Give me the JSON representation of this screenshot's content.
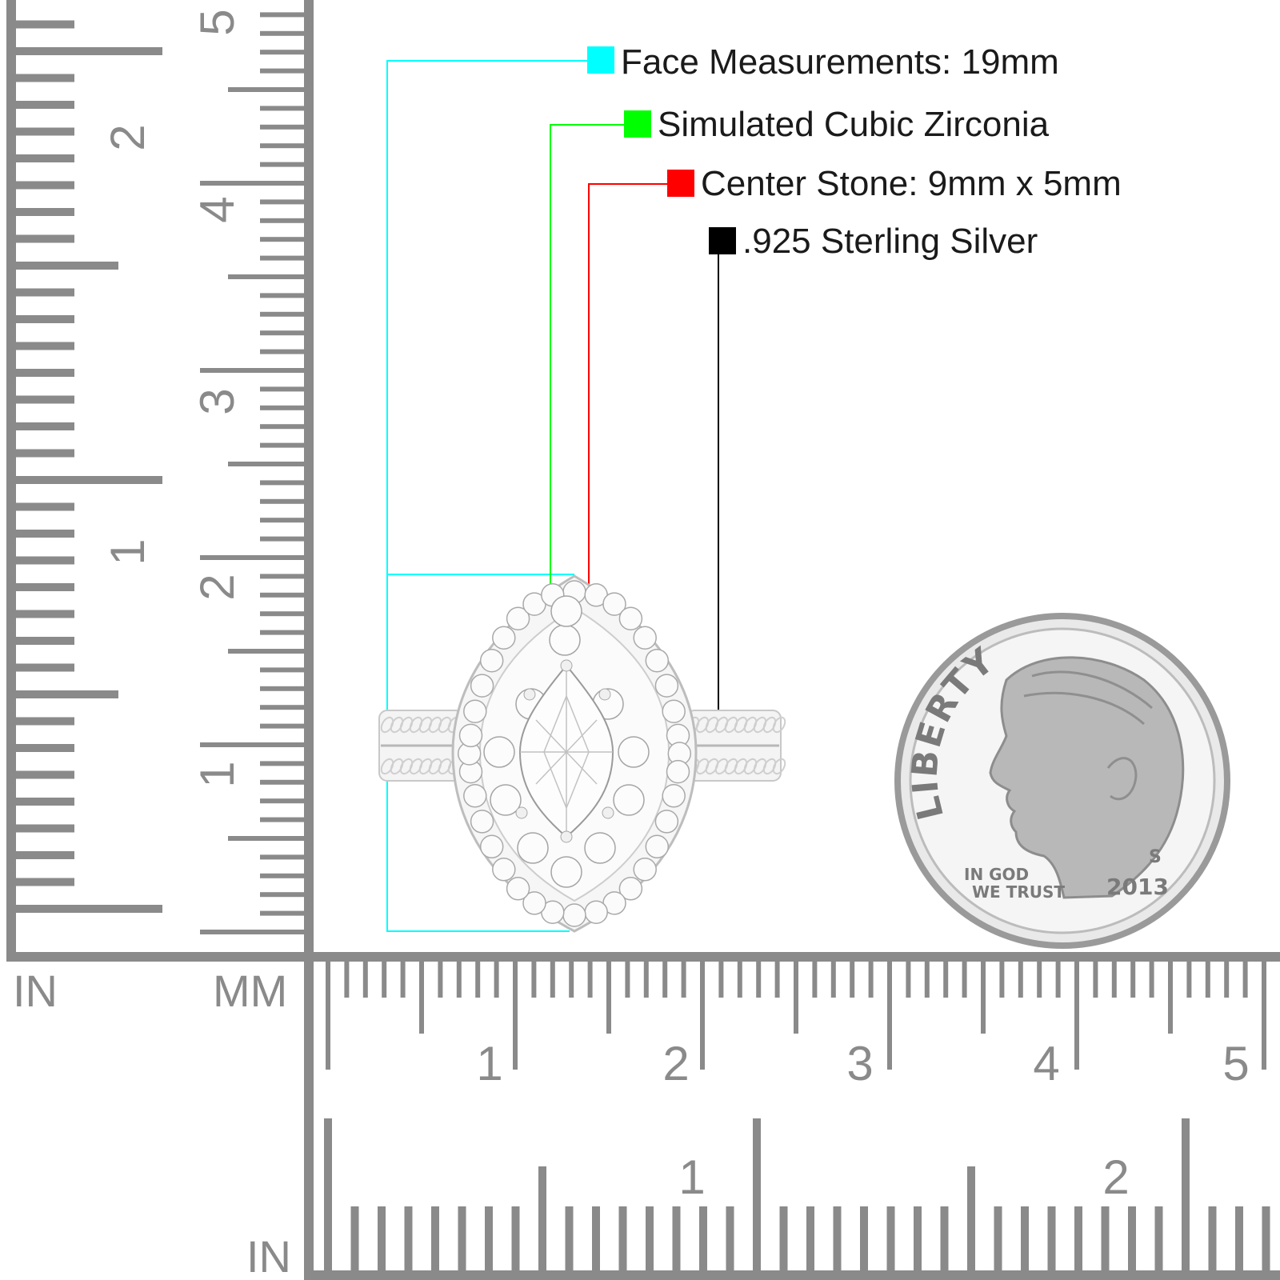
{
  "labels": {
    "face": "Face Measurements: 19mm",
    "stone_type": "Simulated Cubic Zirconia",
    "center_stone": "Center Stone: 9mm x 5mm",
    "metal": ".925 Sterling Silver"
  },
  "swatch_colors": {
    "face": "#00ffff",
    "stone_type": "#00ff00",
    "center_stone": "#ff0000",
    "metal": "#000000"
  },
  "ruler": {
    "in_label_left": "IN",
    "mm_label": "MM",
    "in_label_bottom": "IN",
    "vertical_cm_numbers": [
      "5",
      "4",
      "3",
      "2",
      "1"
    ],
    "vertical_in_numbers": [
      "2",
      "1"
    ],
    "horizontal_cm_numbers": [
      "1",
      "2",
      "3",
      "4",
      "5"
    ],
    "horizontal_in_numbers": [
      "1",
      "2"
    ]
  },
  "coin": {
    "motto_word": "LIBERTY",
    "motto_line1": "IN GOD",
    "motto_line2": "WE TRUST",
    "year": "2013",
    "mint_mark": "S"
  }
}
